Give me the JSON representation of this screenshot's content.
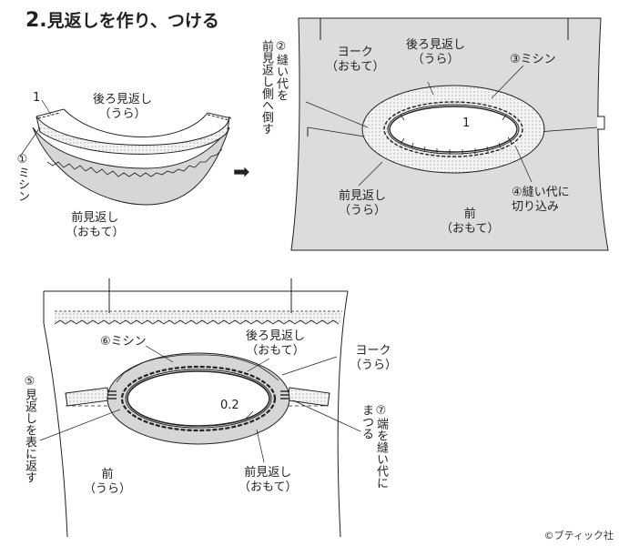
{
  "title": {
    "number": "2.",
    "text": "見返しを作り、つける"
  },
  "step1": {
    "back_facing": "後ろ見返し\n（うら）",
    "front_facing": "前見返し\n（おもて）",
    "seam_allowance": "1",
    "sewing": "①ミシン",
    "arrow": "➡"
  },
  "step2": {
    "press_note": "②縫い代を\n前見返し側へ倒す",
    "yoke": "ヨーク\n（おもて）",
    "back_facing": "後ろ見返し\n（うら）",
    "sewing": "③ミシン",
    "seam_allowance": "1",
    "clip_note": "④縫い代に\n切り込み",
    "front_facing": "前見返し\n（うら）",
    "front": "前\n（おもて）"
  },
  "step3": {
    "sewing": "⑥ミシン",
    "back_facing": "後ろ見返し\n（おもて）",
    "yoke": "ヨーク\n（うら）",
    "turn_note": "⑤見返しを表に返す",
    "margin": "0.2",
    "tack_note": "⑦端を縫い代に\nまつる",
    "front": "前\n（うら）",
    "front_facing": "前見返し\n（おもて）"
  },
  "credit": "©ブティック社",
  "colors": {
    "fill_gray": "#d6d6d6",
    "fill_light": "#ececec",
    "line": "#222222"
  }
}
